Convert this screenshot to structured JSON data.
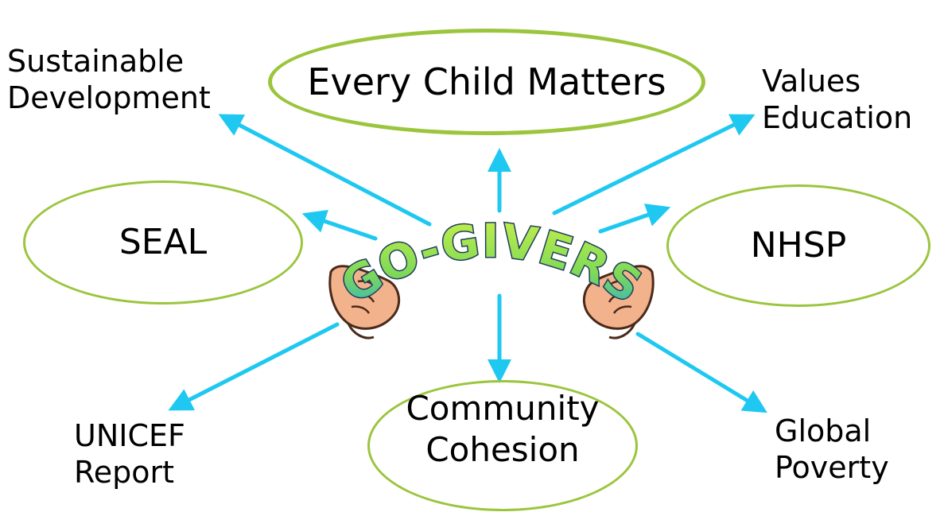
{
  "nodes": {
    "every_child_matters": "Every Child Matters",
    "seal": "SEAL",
    "nhsp": "NHSP",
    "community_cohesion": [
      "Community",
      "Cohesion"
    ],
    "sustainable_development": [
      "Sustainable",
      "Development"
    ],
    "values_education": [
      "Values",
      "Education"
    ],
    "unicef_report": [
      "UNICEF",
      "Report"
    ],
    "global_poverty": [
      "Global",
      "Poverty"
    ]
  },
  "logo": {
    "text": "GO-GIVERS"
  },
  "colors": {
    "ellipse_border": "#9bc53d",
    "arrow": "#1ec8f0",
    "logo_fill_top": "#c8f04a",
    "logo_fill_bottom": "#2cb1c8",
    "logo_outline": "#1f3d5c",
    "hand_skin": "#f2b28c"
  }
}
